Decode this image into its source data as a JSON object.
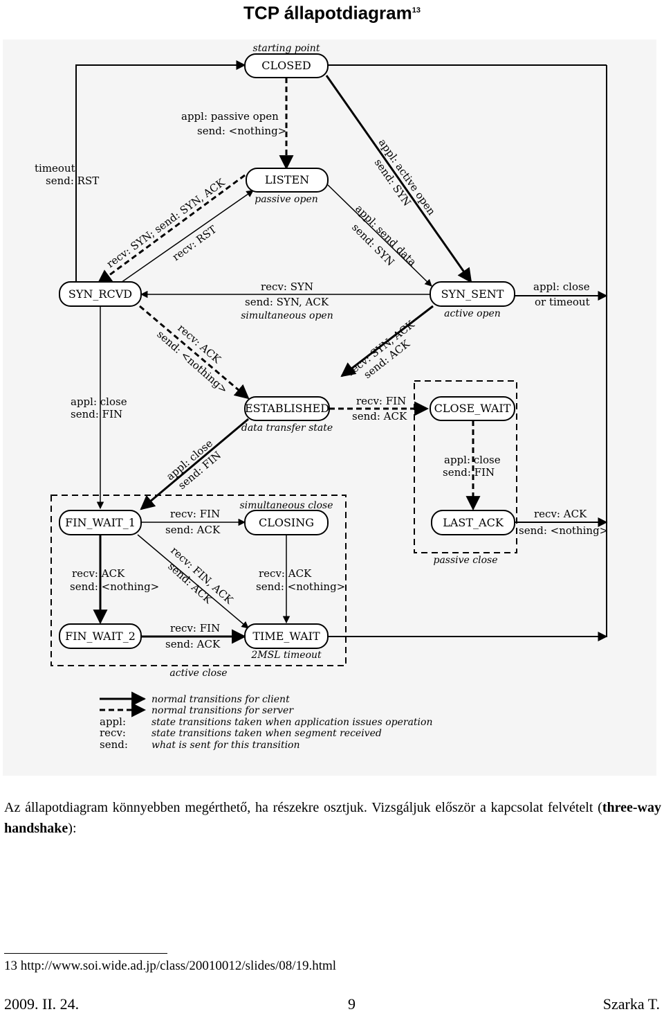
{
  "title": {
    "text": "TCP állapotdiagram",
    "sup": "13"
  },
  "diagram": {
    "states": {
      "closed": "CLOSED",
      "listen": "LISTEN",
      "syn_rcvd": "SYN_RCVD",
      "syn_sent": "SYN_SENT",
      "established": "ESTABLISHED",
      "close_wait": "CLOSE_WAIT",
      "last_ack": "LAST_ACK",
      "fin_wait_1": "FIN_WAIT_1",
      "closing": "CLOSING",
      "fin_wait_2": "FIN_WAIT_2",
      "time_wait": "TIME_WAIT"
    },
    "captions": {
      "starting_point": "starting point",
      "passive_open": "passive open",
      "simultaneous_open": "simultaneous open",
      "active_open": "active open",
      "data_transfer_state": "data transfer state",
      "simultaneous_close": "simultaneous close",
      "passive_close": "passive close",
      "two_msl": "2MSL timeout",
      "active_close": "active close"
    },
    "labels": {
      "passive_open_1": "appl: passive open",
      "passive_open_2": "send: <nothing>",
      "timeout_1": "timeout",
      "timeout_2": "send: RST",
      "active_open_1": "appl: active open",
      "active_open_2": "send: SYN",
      "send_data_1": "appl: send data",
      "send_data_2": "send: SYN",
      "listen_synrcvd_1": "recv: SYN; send: SYN, ACK",
      "listen_synrcvd_2": "recv: RST",
      "simopen_1": "recv: SYN",
      "simopen_2": "send: SYN, ACK",
      "appl_close_1": "appl: close",
      "appl_close_2": "or timeout",
      "synrcvd_est_1": "recv: ACK",
      "synrcvd_est_2": "send: <nothing>",
      "synsent_est_1": "recv: SYN, ACK",
      "synsent_est_2": "send: ACK",
      "synrcvd_fin_1": "appl: close",
      "synrcvd_fin_2": "send: FIN",
      "est_closewait_1": "recv: FIN",
      "est_closewait_2": "send: ACK",
      "closewait_lastack_1": "appl: close",
      "closewait_lastack_2": "send: FIN",
      "est_finwait_1": "appl: close",
      "est_finwait_2": "send: FIN",
      "fw1_closing_1": "recv: FIN",
      "fw1_closing_2": "send: ACK",
      "lastack_closed_1": "recv: ACK",
      "lastack_closed_2": "send: <nothing>",
      "fw1_fw2_1": "recv: ACK",
      "fw1_fw2_2": "send: <nothing>",
      "fw1_tw_1": "recv: FIN, ACK",
      "fw1_tw_2": "send: ACK",
      "closing_tw_1": "recv: ACK",
      "closing_tw_2": "send: <nothing>",
      "fw2_tw_1": "recv: FIN",
      "fw2_tw_2": "send: ACK"
    },
    "legend": {
      "client": "normal transitions for client",
      "server": "normal transitions for server",
      "appl_key": "appl:",
      "appl_desc": "state transitions taken when application issues operation",
      "recv_key": "recv:",
      "recv_desc": "state transitions taken when segment received",
      "send_key": "send:",
      "send_desc": "what is sent for this transition"
    }
  },
  "paragraph": {
    "text": "Az állapotdiagram könnyebben megérthető, ha részekre osztjuk. Vizsgáljuk először a kapcsolat felvételt (",
    "bold": "three-way handshake",
    "after": "):"
  },
  "footnote": "13 http://www.soi.wide.ad.jp/class/20010012/slides/08/19.html",
  "footer": {
    "date": "2009. II. 24.",
    "page": "9",
    "author": "Szarka T."
  }
}
